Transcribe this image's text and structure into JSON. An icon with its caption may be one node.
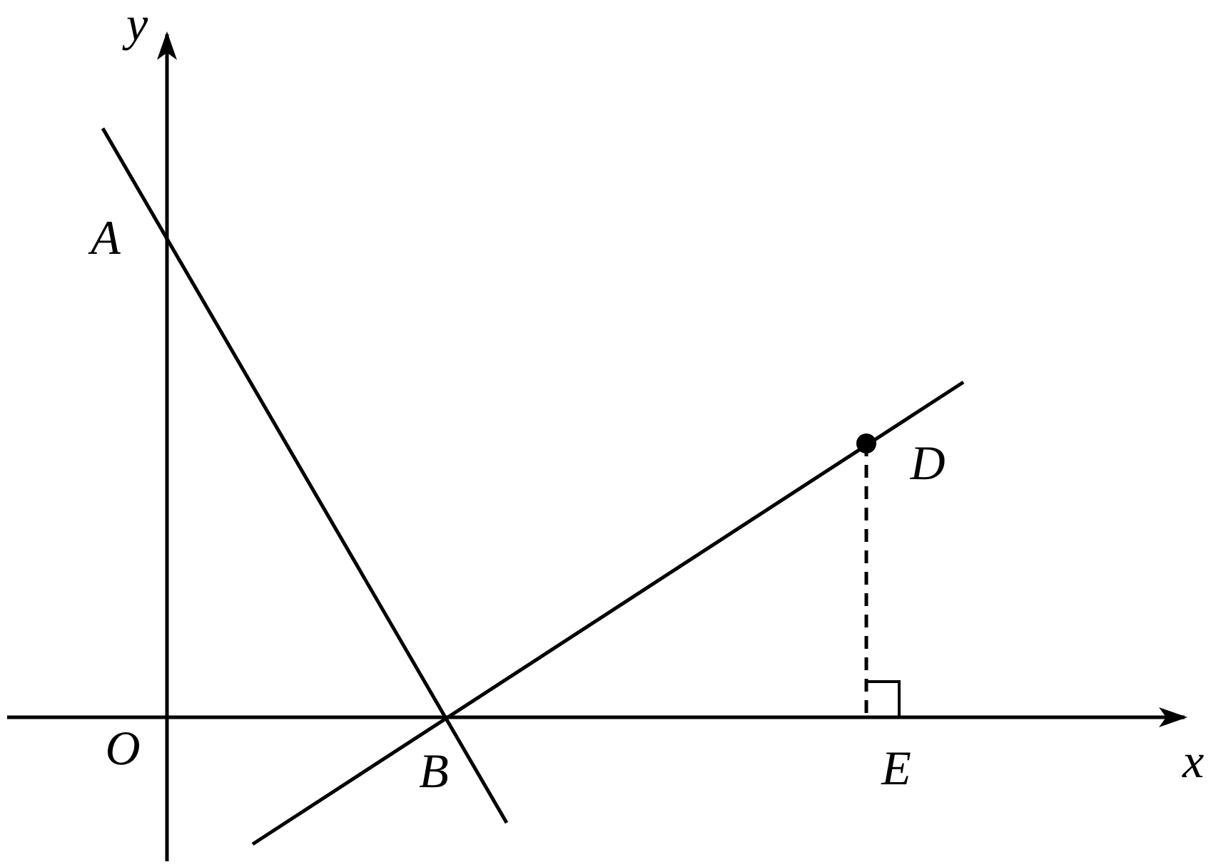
{
  "diagram": {
    "labels": [
      "y",
      "A",
      "D",
      "O",
      "B",
      "E",
      "x"
    ]
  }
}
